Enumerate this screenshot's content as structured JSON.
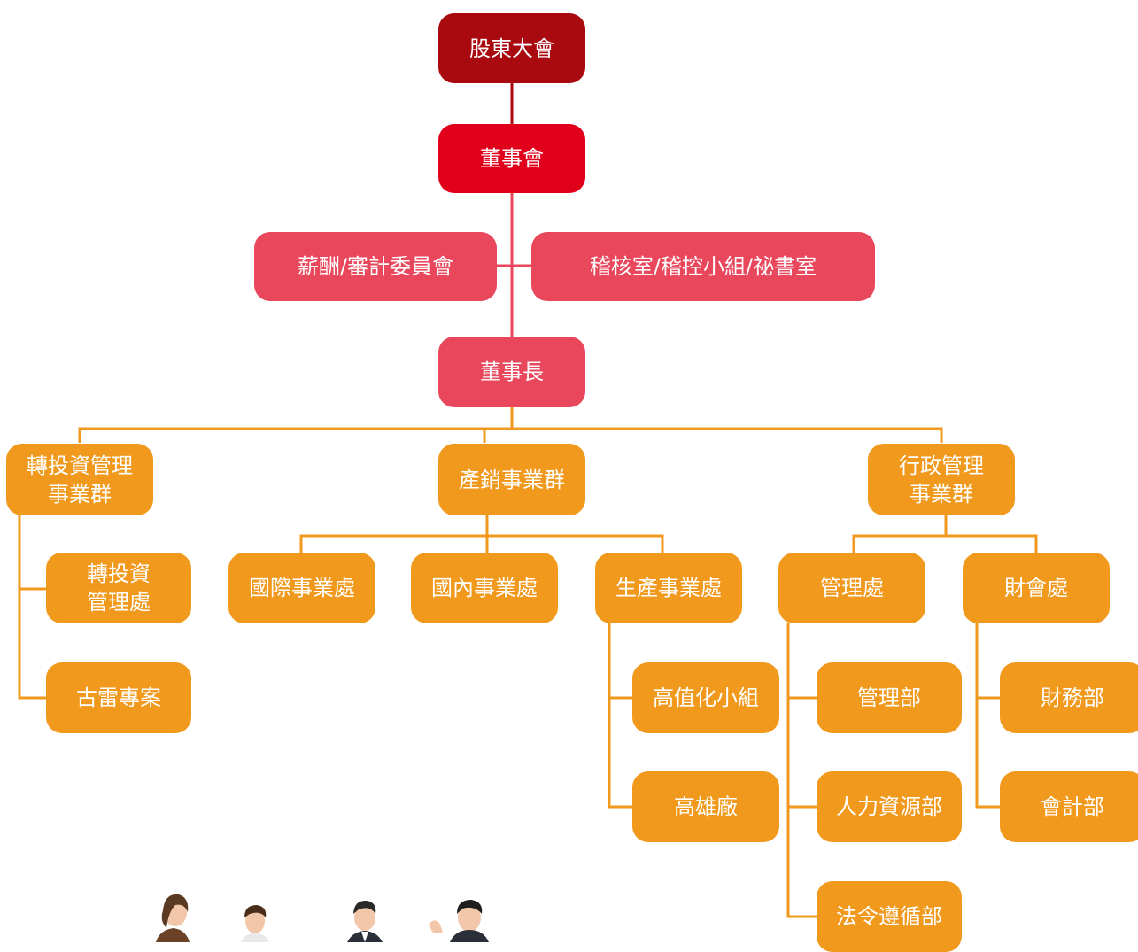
{
  "nodes": {
    "shareholders": "股東大會",
    "board": "董事會",
    "committees": "薪酬/審計委員會",
    "audit_office": "稽核室/稽控小組/祕書室",
    "chairman": "董事長",
    "reinvest_group": "轉投資管理\n事業群",
    "sales_group": "產銷事業群",
    "admin_group": "行政管理\n事業群",
    "reinvest_mgmt": "轉投資\n管理處",
    "gulei": "古雷專案",
    "intl_division": "國際事業處",
    "domestic_division": "國內事業處",
    "production_division": "生產事業處",
    "management_division": "管理處",
    "finance_division": "財會處",
    "high_value_team": "高值化小組",
    "kaohsiung_plant": "高雄廠",
    "management_dept": "管理部",
    "hr_dept": "人力資源部",
    "compliance_dept": "法令遵循部",
    "finance_dept": "財務部",
    "accounting_dept": "會計部"
  },
  "colors": {
    "dark_red": "#a80a10",
    "red": "#e0001b",
    "pink": "#e8475c",
    "orange": "#f0991c"
  }
}
